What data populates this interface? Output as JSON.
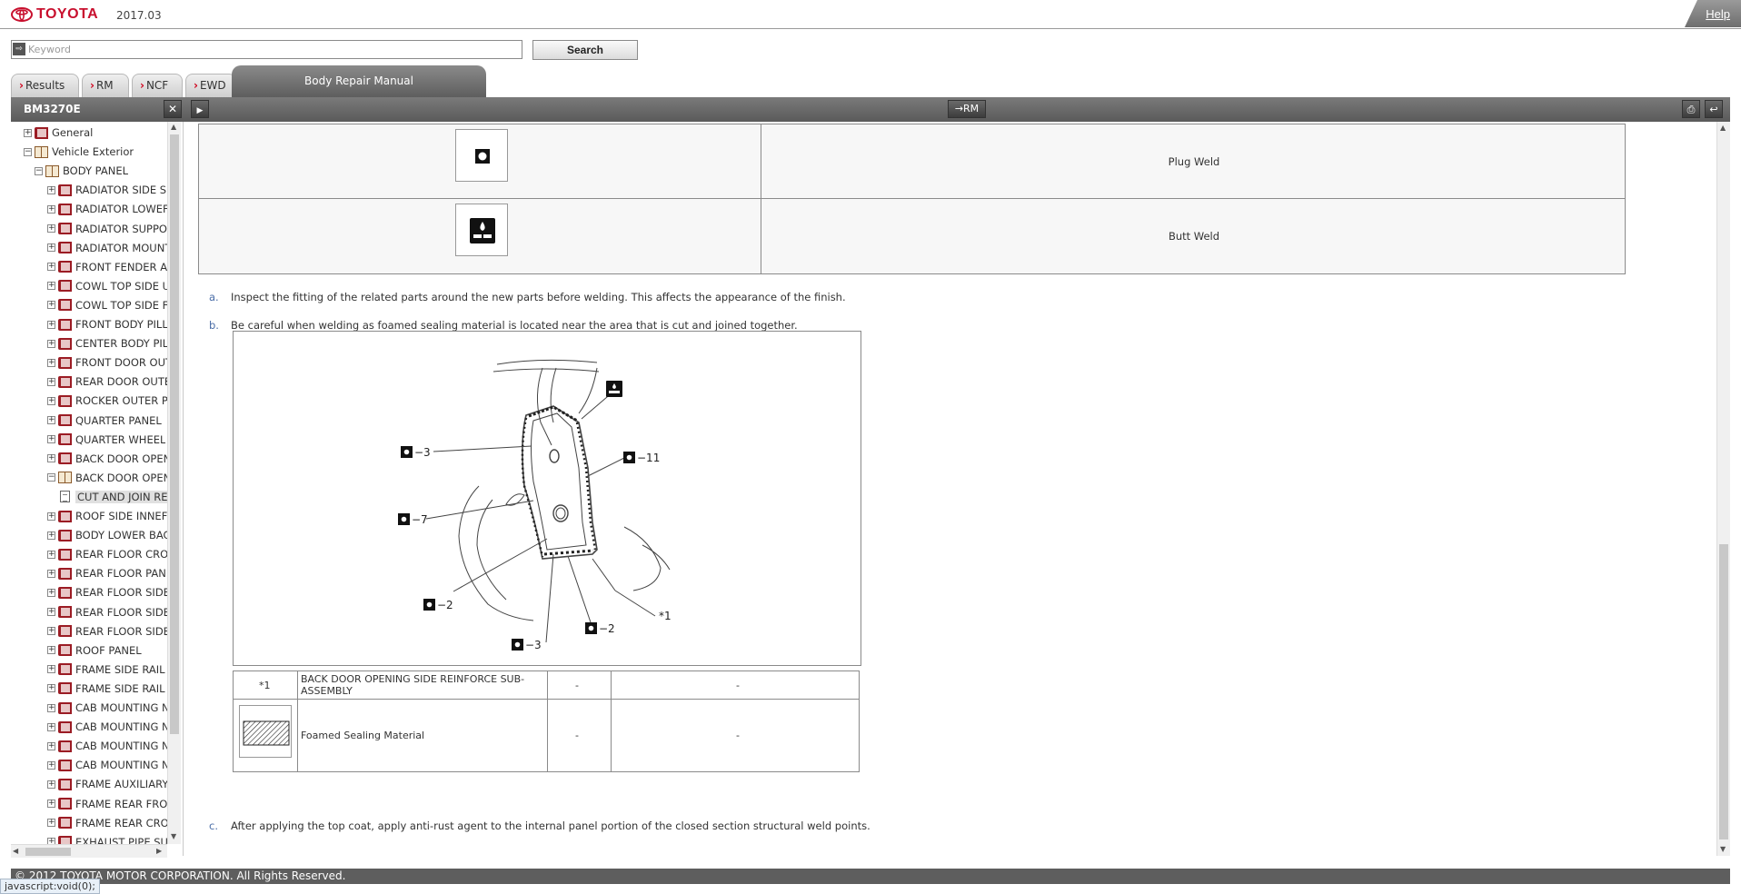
{
  "header": {
    "brand": "TOYOTA",
    "version": "2017.03",
    "help_label": "Help"
  },
  "search": {
    "placeholder": "Keyword",
    "value": "",
    "button_label": "Search"
  },
  "tabs": [
    {
      "label": "Results"
    },
    {
      "label": "RM"
    },
    {
      "label": "NCF"
    },
    {
      "label": "EWD"
    }
  ],
  "active_tab": "Body Repair Manual",
  "toolbar": {
    "doc_id": "BM3270E",
    "rm_label": "RM"
  },
  "tree": [
    {
      "label": "General",
      "level": 1,
      "type": "closed-book"
    },
    {
      "label": "Vehicle Exterior",
      "level": 1,
      "type": "open-book"
    },
    {
      "label": "BODY PANEL",
      "level": 2,
      "type": "open-book"
    },
    {
      "label": "RADIATOR SIDE S",
      "level": 3,
      "type": "closed-book"
    },
    {
      "label": "RADIATOR LOWEF",
      "level": 3,
      "type": "closed-book"
    },
    {
      "label": "RADIATOR SUPPO",
      "level": 3,
      "type": "closed-book"
    },
    {
      "label": "RADIATOR MOUNT",
      "level": 3,
      "type": "closed-book"
    },
    {
      "label": "FRONT FENDER AI",
      "level": 3,
      "type": "closed-book"
    },
    {
      "label": "COWL TOP SIDE U",
      "level": 3,
      "type": "closed-book"
    },
    {
      "label": "COWL TOP SIDE F",
      "level": 3,
      "type": "closed-book"
    },
    {
      "label": "FRONT BODY PILL",
      "level": 3,
      "type": "closed-book"
    },
    {
      "label": "CENTER BODY PIL",
      "level": 3,
      "type": "closed-book"
    },
    {
      "label": "FRONT DOOR OUT",
      "level": 3,
      "type": "closed-book"
    },
    {
      "label": "REAR DOOR OUTE",
      "level": 3,
      "type": "closed-book"
    },
    {
      "label": "ROCKER OUTER P",
      "level": 3,
      "type": "closed-book"
    },
    {
      "label": "QUARTER PANEL",
      "level": 3,
      "type": "closed-book"
    },
    {
      "label": "QUARTER WHEEL",
      "level": 3,
      "type": "closed-book"
    },
    {
      "label": "BACK DOOR OPEN",
      "level": 3,
      "type": "closed-book"
    },
    {
      "label": "BACK DOOR OPEN",
      "level": 3,
      "type": "open-book"
    },
    {
      "label": "CUT AND JOIN RE",
      "level": 4,
      "type": "document",
      "selected": true
    },
    {
      "label": "ROOF SIDE INNEF",
      "level": 3,
      "type": "closed-book"
    },
    {
      "label": "BODY LOWER BAC",
      "level": 3,
      "type": "closed-book"
    },
    {
      "label": "REAR FLOOR CRO",
      "level": 3,
      "type": "closed-book"
    },
    {
      "label": "REAR FLOOR PAN",
      "level": 3,
      "type": "closed-book"
    },
    {
      "label": "REAR FLOOR SIDE",
      "level": 3,
      "type": "closed-book"
    },
    {
      "label": "REAR FLOOR SIDE",
      "level": 3,
      "type": "closed-book"
    },
    {
      "label": "REAR FLOOR SIDE",
      "level": 3,
      "type": "closed-book"
    },
    {
      "label": "ROOF PANEL",
      "level": 3,
      "type": "closed-book"
    },
    {
      "label": "FRAME SIDE RAIL",
      "level": 3,
      "type": "closed-book"
    },
    {
      "label": "FRAME SIDE RAIL",
      "level": 3,
      "type": "closed-book"
    },
    {
      "label": "CAB MOUNTING N",
      "level": 3,
      "type": "closed-book"
    },
    {
      "label": "CAB MOUNTING N",
      "level": 3,
      "type": "closed-book"
    },
    {
      "label": "CAB MOUNTING N",
      "level": 3,
      "type": "closed-book"
    },
    {
      "label": "CAB MOUNTING N",
      "level": 3,
      "type": "closed-book"
    },
    {
      "label": "FRAME AUXILIARY",
      "level": 3,
      "type": "closed-book"
    },
    {
      "label": "FRAME REAR FRO",
      "level": 3,
      "type": "closed-book"
    },
    {
      "label": "FRAME REAR CRO",
      "level": 3,
      "type": "closed-book"
    },
    {
      "label": "EXHAUST PIPE SU",
      "level": 3,
      "type": "closed-book"
    }
  ],
  "weld_table": {
    "rows": [
      {
        "symbol": "plug-weld-symbol-icon",
        "label": "Plug Weld"
      },
      {
        "symbol": "butt-weld-symbol-icon",
        "label": "Butt Weld"
      }
    ]
  },
  "steps": [
    {
      "letter": "a.",
      "text": "Inspect the fitting of the related parts around the new parts before welding. This affects the appearance of the finish."
    },
    {
      "letter": "b.",
      "text": "Be careful when welding as foamed sealing material is located near the area that is cut and joined together."
    },
    {
      "letter": "c.",
      "text": "After applying the top coat, apply anti-rust agent to the internal panel portion of the closed section structural weld points."
    }
  ],
  "figure": {
    "callouts": [
      "−3",
      "−11",
      "−7",
      "−2",
      "−2",
      "−3",
      "*1"
    ]
  },
  "legend_table": {
    "rows": [
      {
        "key": "*1",
        "description": "BACK DOOR OPENING SIDE REINFORCE SUB-ASSEMBLY",
        "col3": "-",
        "col4": "-"
      },
      {
        "key": "hatch-pattern",
        "description": "Foamed Sealing Material",
        "col3": "-",
        "col4": "-"
      }
    ]
  },
  "footer": {
    "copyright": "© 2012 TOYOTA MOTOR CORPORATION. All Rights Reserved."
  },
  "status_bar": {
    "text": "javascript:void(0);"
  },
  "colors": {
    "brand_red": "#c8102e",
    "toolbar_gray": "#5e5e5e",
    "step_letter": "#4a6da7"
  }
}
